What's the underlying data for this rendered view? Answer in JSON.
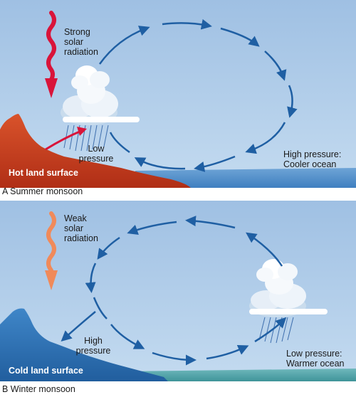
{
  "summer": {
    "radiation_label": "Strong\nsolar\nradiation",
    "low_pressure_label": "Low\npressure",
    "ocean_label": "High pressure:\nCooler ocean",
    "land_label": "Hot land surface",
    "caption": "A  Summer monsoon",
    "colors": {
      "sky": "#a9c8e6",
      "land": "#c83a1e",
      "ocean": "#4d8cc8",
      "radiation_arrow": "#d9143a",
      "circulation_arrow": "#1f5fa3"
    }
  },
  "winter": {
    "radiation_label": "Weak\nsolar\nradiation",
    "high_pressure_label": "High\npressure",
    "ocean_label": "Low pressure:\nWarmer ocean",
    "land_label": "Cold land surface",
    "caption": "B  Winter monsoon",
    "colors": {
      "sky": "#a9c8e6",
      "land": "#2a6fb5",
      "ocean": "#4aa3a8",
      "radiation_arrow": "#f08a5a",
      "circulation_arrow": "#1f5fa3"
    }
  }
}
